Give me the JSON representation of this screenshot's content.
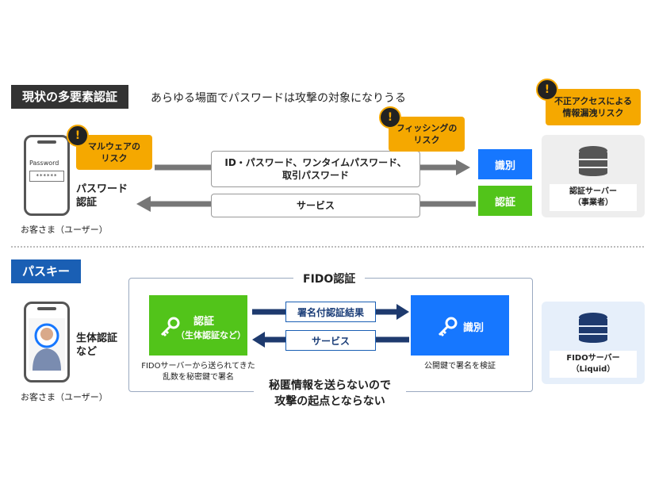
{
  "colors": {
    "dark_tag": "#333333",
    "blue_tag": "#1a5fb4",
    "orange": "#f5a800",
    "green": "#52c41a",
    "blue": "#1677ff",
    "gray_arrow": "#777777",
    "navy_arrow": "#1e3a6e",
    "panel_gray": "#eeeeee",
    "panel_blue": "#e6effa"
  },
  "top": {
    "tag": "現状の多要素認証",
    "subtitle": "あらゆる場面でパスワードは攻撃の対象になりうる",
    "phone": {
      "password_label": "Password",
      "password_mask": "******"
    },
    "malware_callout": "マルウェアの\nリスク",
    "password_auth_label": "パスワード\n認証",
    "customer_label": "お客さま（ユーザー）",
    "phishing_callout": "フィッシングの\nリスク",
    "request_box": "ID・パスワード、ワンタイムパスワード、\n取引パスワード",
    "service_box": "サービス",
    "identify_box": "識別",
    "auth_box": "認証",
    "unauth_callout": "不正アクセスによる\n情報漏洩リスク",
    "server_label": "認証サーバー\n（事業者）",
    "warning_glyph": "!"
  },
  "bottom": {
    "tag": "パスキー",
    "biometric_label": "生体認証\nなど",
    "customer_label": "お客さま（ユーザー）",
    "fido_title": "FIDO認証",
    "auth_box_title": "認証",
    "auth_box_sub": "（生体認証など）",
    "auth_note": "FIDOサーバーから送られてきた\n乱数を秘密鍵で署名",
    "signed_result": "署名付認証結果",
    "service": "サービス",
    "identify_box": "識別",
    "identify_note": "公開鍵で署名を検証",
    "conclusion": "秘匿情報を送らないので\n攻撃の起点とならない",
    "server_label": "FIDOサーバー\n（Liquid）"
  }
}
